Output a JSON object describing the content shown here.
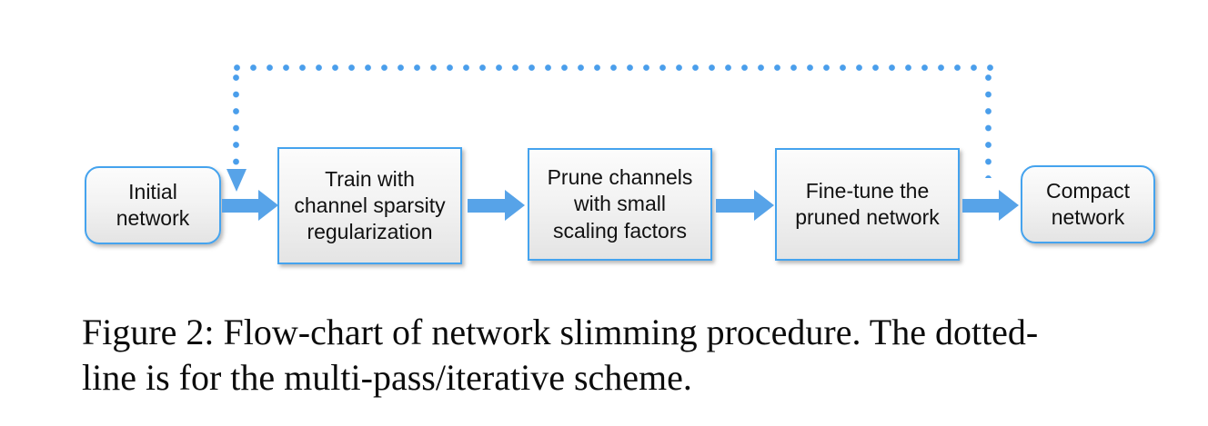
{
  "figure": {
    "caption": {
      "line1": "Figure 2: Flow-chart of network slimming procedure. The dotted-",
      "line2": "line is for the multi-pass/iterative scheme."
    },
    "flowchart": {
      "nodes": [
        {
          "id": "initial-network",
          "shape": "rounded",
          "label": "Initial\nnetwork"
        },
        {
          "id": "train-sparsity",
          "shape": "rect",
          "label": "Train with\nchannel sparsity\nregularization"
        },
        {
          "id": "prune-channels",
          "shape": "rect",
          "label": "Prune channels\nwith small\nscaling factors"
        },
        {
          "id": "fine-tune",
          "shape": "rect",
          "label": "Fine-tune the\npruned network"
        },
        {
          "id": "compact-network",
          "shape": "rounded",
          "label": "Compact\nnetwork"
        }
      ],
      "edges": [
        {
          "from": "initial-network",
          "to": "train-sparsity",
          "style": "solid-block-arrow"
        },
        {
          "from": "train-sparsity",
          "to": "prune-channels",
          "style": "solid-block-arrow"
        },
        {
          "from": "prune-channels",
          "to": "fine-tune",
          "style": "solid-block-arrow"
        },
        {
          "from": "fine-tune",
          "to": "train-sparsity",
          "style": "dotted",
          "meaning": "multi-pass/iterative scheme"
        }
      ]
    },
    "colors": {
      "arrow_blue": "#57a3e8",
      "border_blue": "#45a3ee",
      "dot_blue": "#4a9eeb",
      "node_fill_top": "#fcfcfc",
      "node_fill_bottom": "#e4e4e4",
      "text": "#111111",
      "background": "#ffffff"
    }
  }
}
